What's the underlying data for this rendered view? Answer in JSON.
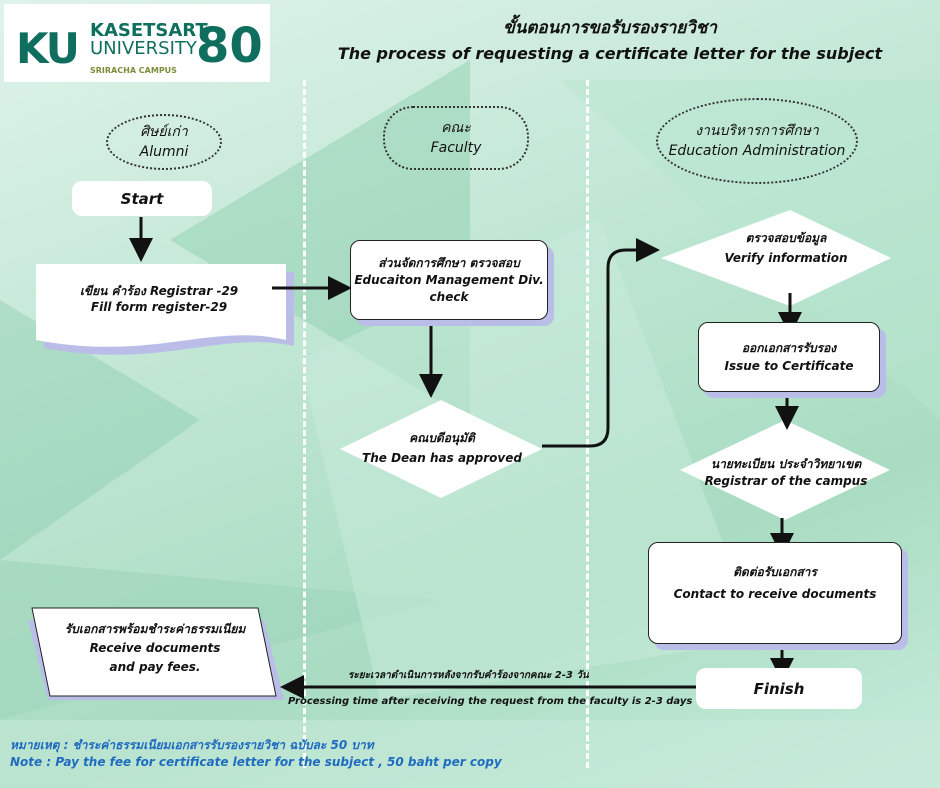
{
  "logo": {
    "ku": "KU",
    "line1": "KASETSART",
    "line2": "UNIVERSITY",
    "campus": "SRIRACHA CAMPUS",
    "anniv": "80"
  },
  "title_th": "ขั้นตอนการขอรับรองรายวิชา",
  "title_en": "The process of requesting a certificate letter for the subject",
  "lanes": [
    {
      "th": "ศิษย์เก่า",
      "en": "Alumni"
    },
    {
      "th": "คณะ",
      "en": "Faculty"
    },
    {
      "th": "งานบริหารการศึกษา",
      "en": "Education Administration"
    }
  ],
  "steps": {
    "start": "Start",
    "fill_th": "เขียน  คำร้อง Registrar -29",
    "fill_en": "Fill form register-29",
    "check_th": "ส่วนจัดการศึกษา ตรวจสอบ",
    "check_en1": "Educaiton Management Div.",
    "check_en2": "check",
    "dean_th": "คณบดีอนุมัติ",
    "dean_en": "The Dean has approved",
    "verify_th": "ตรวจสอบข้อมูล",
    "verify_en": "Verify information",
    "issue_th": "ออกเอกสารรับรอง",
    "issue_en": "Issue to Certificate",
    "registrar_th": "นายทะเบียน ประจำวิทยาเขต",
    "registrar_en": "Registrar of the campus",
    "contact_th": "ติดต่อรับเอกสาร",
    "contact_en": "Contact to receive documents",
    "finish": "Finish",
    "receive_th": "รับเอกสารพร้อมชำระค่าธรรมเนียม",
    "receive_en1": "Receive documents",
    "receive_en2": "and pay fees."
  },
  "processing_th": "ระยะเวลาดำเนินการหลังจากรับคำร้องจากคณะ 2-3 วัน",
  "processing_en": "Processing time after receiving the request from the faculty is 2-3 days",
  "note_th": "หมายเหตุ :  ชำระค่าธรรมเนียมเอกสารรับรองรายวิชา ฉบับละ 50 บาท",
  "note_en": "Note : Pay the fee for  certificate letter for the subject , 50 baht per copy",
  "colors": {
    "brand": "#0f6e5e",
    "note": "#1f6bc0",
    "shadow": "#b9bde8"
  }
}
